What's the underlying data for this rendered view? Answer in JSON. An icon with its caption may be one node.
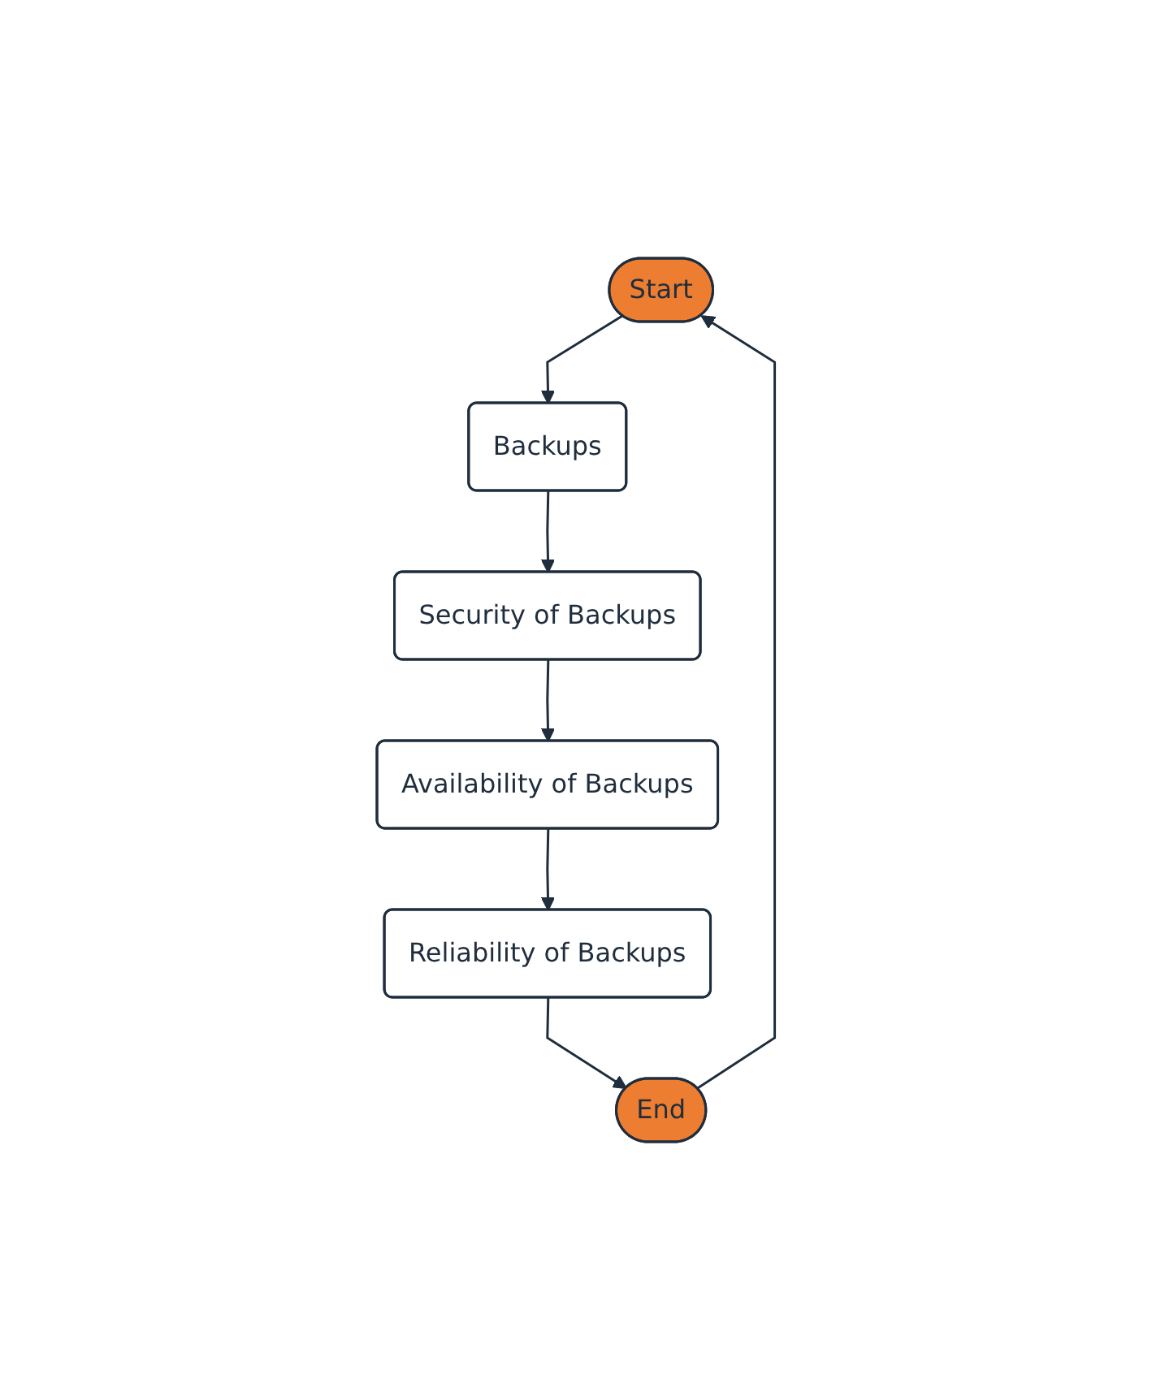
{
  "diagram": {
    "nodes": [
      {
        "text": [
          "Start"
        ]
      },
      {
        "text": [
          "Backups"
        ]
      },
      {
        "text": [
          "Security of Backups"
        ]
      },
      {
        "text": [
          "Availability of Backups"
        ]
      },
      {
        "text": [
          "Reliability of Backups"
        ]
      },
      {
        "text": [
          "End"
        ]
      }
    ],
    "edges": [
      {
        "from": 0,
        "to": 1,
        "arrow": "to"
      },
      {
        "from": 1,
        "to": 2,
        "arrow": "to"
      },
      {
        "from": 2,
        "to": 3,
        "arrow": "to"
      },
      {
        "from": 3,
        "to": 4,
        "arrow": "to"
      },
      {
        "from": 4,
        "to": 5,
        "arrow": "to"
      },
      {
        "from": 5,
        "to": 0,
        "arrow": "to"
      }
    ]
  }
}
